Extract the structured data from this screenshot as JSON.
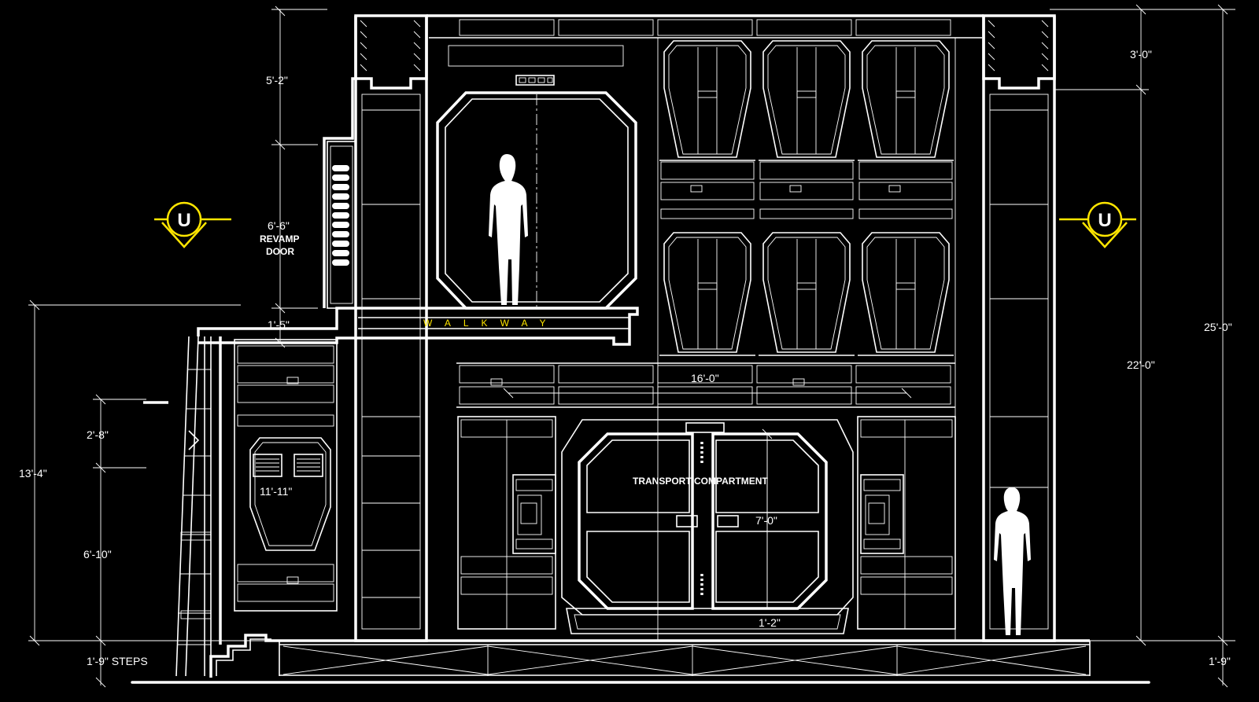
{
  "colors": {
    "background": "#000000",
    "lines": "#ffffff",
    "accent": "#ffe600"
  },
  "dimensions": {
    "upper_left": "5'-2\"",
    "door_height": "6'-6\"",
    "door_note_1": "REVAMP",
    "door_note_2": "DOOR",
    "offset": "1'-5\"",
    "left_height": "13'-4\"",
    "upper_small": "2'-8\"",
    "left_lower": "6'-10\"",
    "steps": "1'-9\" STEPS",
    "top_right": "3'-0\"",
    "total_height": "25'-0\"",
    "mid_height": "22'-0\"",
    "bottom_right": "1'-9\"",
    "center_width": "16'-0\"",
    "door_width": "7'-0\"",
    "sill": "1'-2\"",
    "left_door": "11'-11\""
  },
  "labels": {
    "walkway": "WALKWAY",
    "transport": "TRANSPORT  COMPARTMENT",
    "marker_left": "U",
    "marker_right": "U"
  }
}
